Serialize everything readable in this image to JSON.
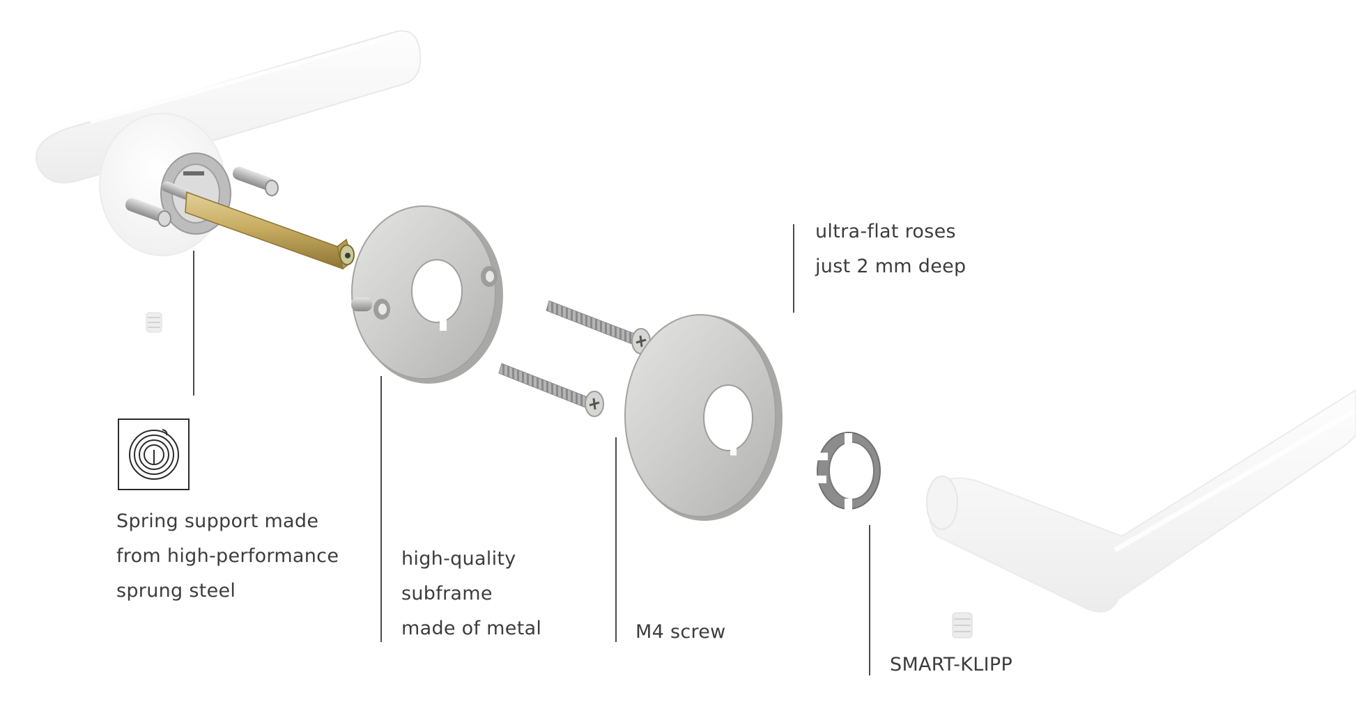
{
  "annotations": {
    "roses": {
      "lines": [
        "ultra-flat roses",
        "just 2 mm deep"
      ]
    },
    "spring": {
      "lines": [
        "Spring support made",
        "from high-performance",
        "sprung steel"
      ]
    },
    "subframe": {
      "lines": [
        "high-quality",
        "subframe",
        "made of metal"
      ]
    },
    "screw": {
      "lines": [
        "M4 screw"
      ]
    },
    "klipp": {
      "lines": [
        "SMART-KLIPP"
      ]
    }
  },
  "icons": {
    "spring": "spiral-spring-icon"
  },
  "colors": {
    "text": "#3c3c3c",
    "leader": "#4a4a4a",
    "steel": "#c9c9c9",
    "brass": "#bfa458",
    "handle": "#f3f3f3"
  }
}
